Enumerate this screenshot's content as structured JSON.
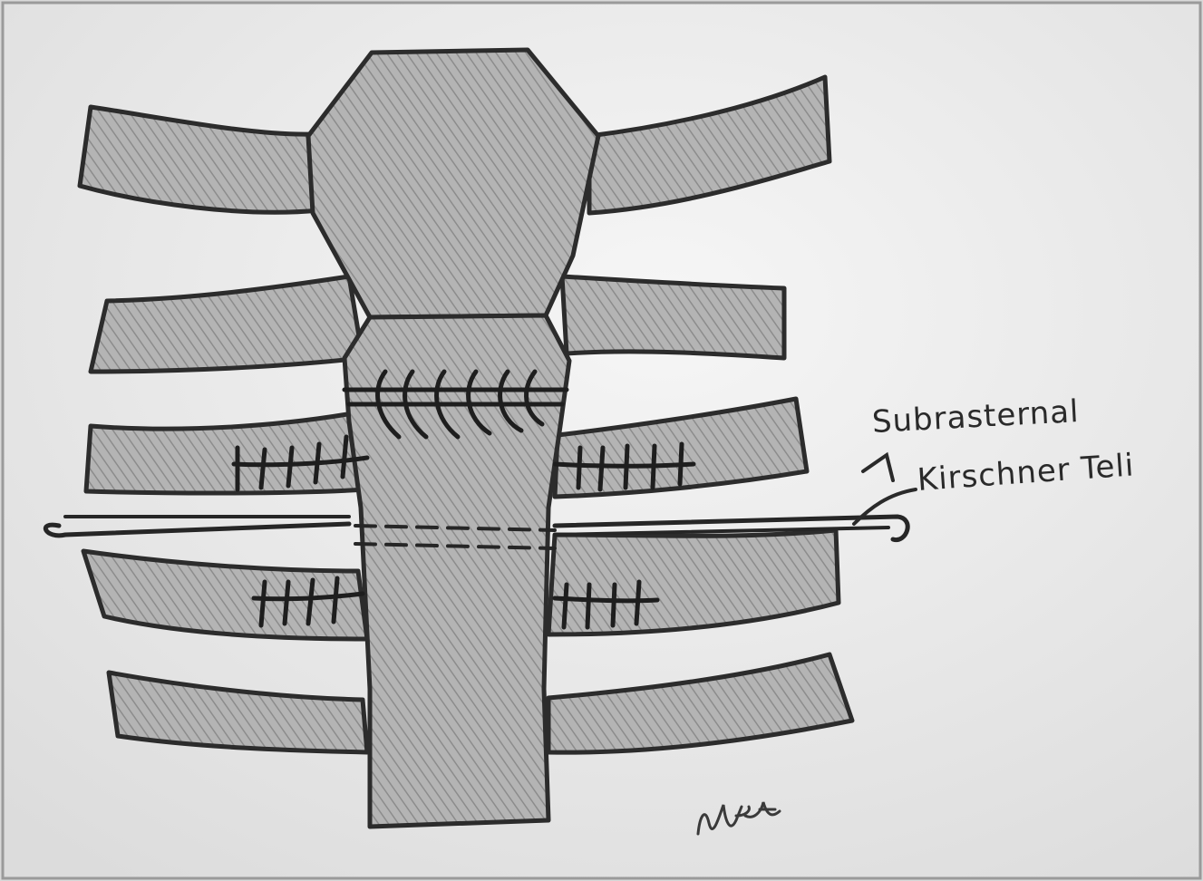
{
  "figure": {
    "label_lines": [
      "Subrasternal",
      "Kirschner Teli"
    ],
    "signature_text": "Watng",
    "colors": {
      "paper": "#efefef",
      "pencil_fill": "#a9a9a9",
      "outline": "#2c2c2c",
      "frame_edge": "#9a9a9a"
    }
  }
}
